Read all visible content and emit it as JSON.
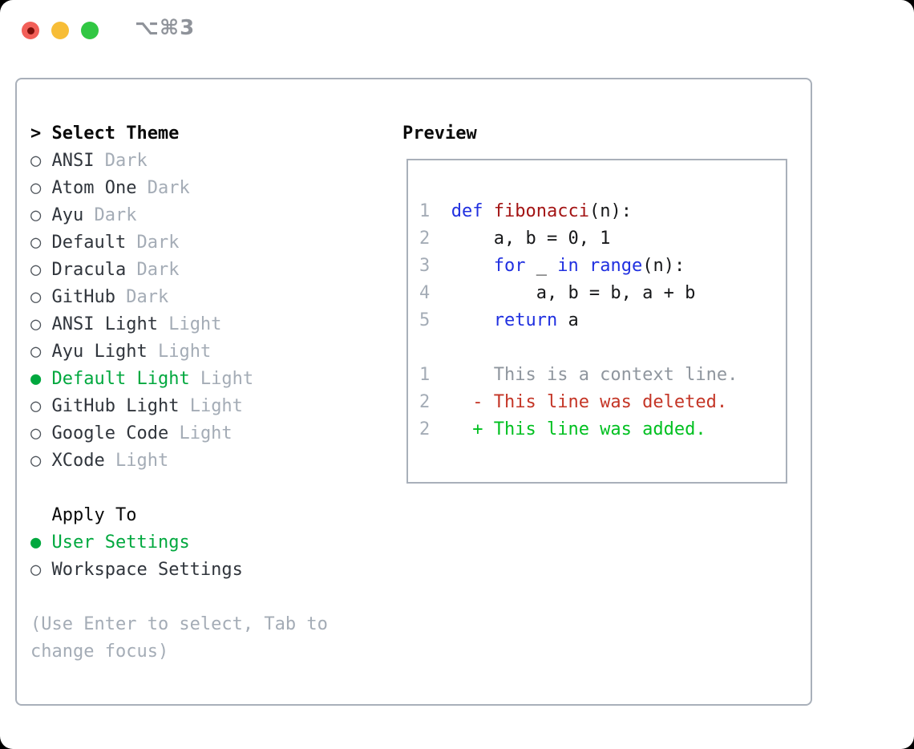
{
  "titlebar": {
    "shortcut": "⌥⌘3"
  },
  "theme_picker": {
    "header_marker": ">",
    "header": "Select Theme",
    "unselected_marker": "○",
    "selected_marker": "●",
    "items": [
      {
        "name": "ANSI",
        "tag": "Dark",
        "selected": false
      },
      {
        "name": "Atom One",
        "tag": "Dark",
        "selected": false
      },
      {
        "name": "Ayu",
        "tag": "Dark",
        "selected": false
      },
      {
        "name": "Default",
        "tag": "Dark",
        "selected": false
      },
      {
        "name": "Dracula",
        "tag": "Dark",
        "selected": false
      },
      {
        "name": "GitHub",
        "tag": "Dark",
        "selected": false
      },
      {
        "name": "ANSI Light",
        "tag": "Light",
        "selected": false
      },
      {
        "name": "Ayu Light",
        "tag": "Light",
        "selected": false
      },
      {
        "name": "Default Light",
        "tag": "Light",
        "selected": true
      },
      {
        "name": "GitHub Light",
        "tag": "Light",
        "selected": false
      },
      {
        "name": "Google Code",
        "tag": "Light",
        "selected": false
      },
      {
        "name": "XCode",
        "tag": "Light",
        "selected": false
      }
    ],
    "apply_to": {
      "header": "Apply To",
      "options": [
        {
          "name": "User Settings",
          "selected": true
        },
        {
          "name": "Workspace Settings",
          "selected": false
        }
      ]
    },
    "help": "(Use Enter to select, Tab to change focus)"
  },
  "preview": {
    "header": "Preview",
    "code_lines": [
      {
        "num": "1",
        "tokens": [
          {
            "text": "def",
            "color": "keyword"
          },
          {
            "text": " "
          },
          {
            "text": "fibonacci",
            "color": "function"
          },
          {
            "text": "(n):"
          }
        ]
      },
      {
        "num": "2",
        "tokens": [
          {
            "text": "    a, b = 0, 1"
          }
        ]
      },
      {
        "num": "3",
        "tokens": [
          {
            "text": "    "
          },
          {
            "text": "for",
            "color": "keyword"
          },
          {
            "text": " _ "
          },
          {
            "text": "in",
            "color": "keyword"
          },
          {
            "text": " "
          },
          {
            "text": "range",
            "color": "keyword"
          },
          {
            "text": "(n):"
          }
        ]
      },
      {
        "num": "4",
        "tokens": [
          {
            "text": "        a, b = b, a + b"
          }
        ]
      },
      {
        "num": "5",
        "tokens": [
          {
            "text": "    "
          },
          {
            "text": "return",
            "color": "keyword"
          },
          {
            "text": " a"
          }
        ]
      }
    ],
    "diff_lines": [
      {
        "num": "1",
        "marker": " ",
        "text": "This is a context line.",
        "kind": "context"
      },
      {
        "num": "2",
        "marker": "-",
        "text": "This line was deleted.",
        "kind": "deleted"
      },
      {
        "num": "2",
        "marker": "+",
        "text": "This line was added.",
        "kind": "added"
      }
    ]
  },
  "colors": {
    "accent_green": "#00a83e",
    "added_green": "#00c020",
    "deleted_red": "#c43526",
    "keyword_blue": "#2030e0",
    "function_red": "#a31414",
    "muted_gray": "#a4acb6",
    "context_gray": "#8f969e",
    "text_dark": "#30353c",
    "border_gray": "#a9b0ba"
  }
}
